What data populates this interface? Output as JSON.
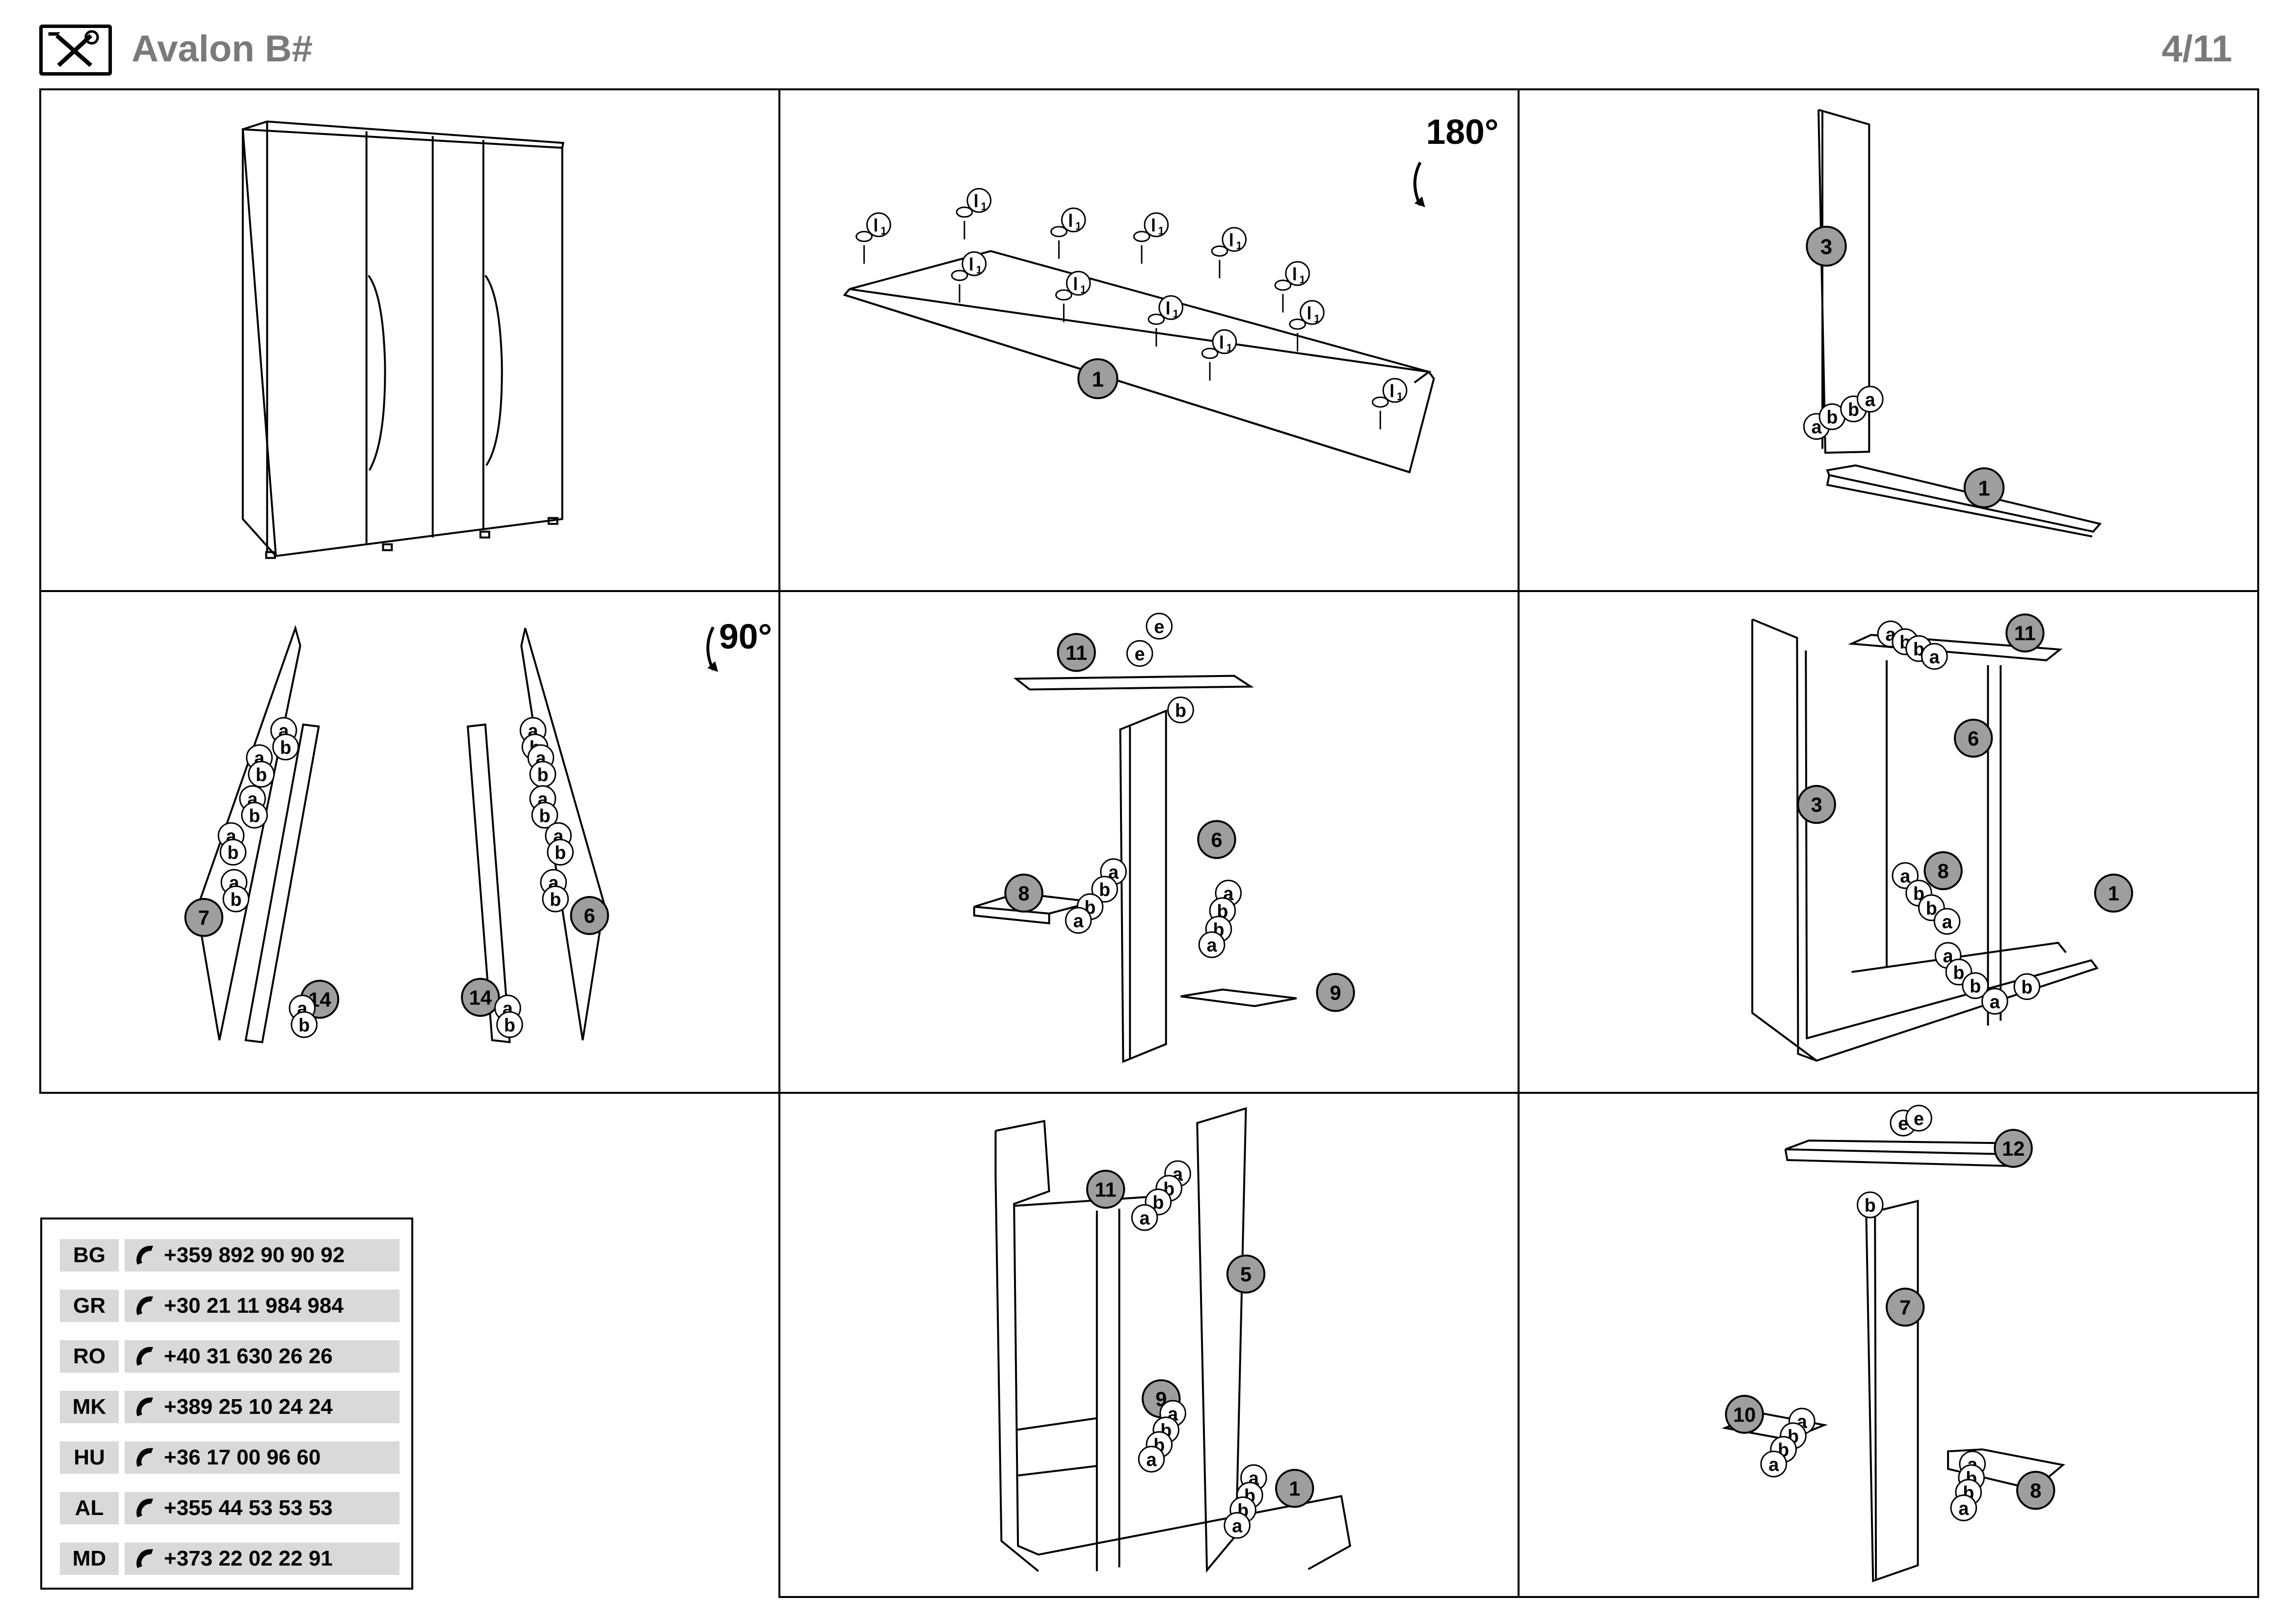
{
  "header": {
    "title": "Avalon B#",
    "page": "4/11",
    "logo_icon": "tools-icon"
  },
  "steps": {
    "s1": {},
    "s2": {
      "rotate": "180°",
      "part": "1",
      "fitting": "l",
      "fitting_sub": "1"
    },
    "s3": {
      "parts": [
        "3",
        "1"
      ],
      "fittings": [
        "a",
        "b",
        "b",
        "a"
      ]
    },
    "s4": {
      "rotate": "90°",
      "parts": [
        "7",
        "14",
        "14",
        "6"
      ],
      "fittings": [
        "a",
        "b"
      ]
    },
    "s5": {
      "parts": [
        "11",
        "6",
        "8",
        "9"
      ],
      "fittings": [
        "a",
        "b",
        "e"
      ]
    },
    "s6": {
      "parts": [
        "11",
        "6",
        "3",
        "8",
        "1"
      ],
      "fittings": [
        "a",
        "b"
      ]
    },
    "s7": {
      "parts": [
        "11",
        "5",
        "9",
        "1"
      ],
      "fittings": [
        "a",
        "b"
      ]
    },
    "s8": {
      "parts": [
        "12",
        "7",
        "10",
        "8"
      ],
      "fittings": [
        "a",
        "b",
        "e"
      ]
    }
  },
  "contacts": [
    {
      "code": "BG",
      "phone": "+359 892 90 90 92"
    },
    {
      "code": "GR",
      "phone": "+30 21 11 984 984"
    },
    {
      "code": "RO",
      "phone": "+40 31 630 26 26"
    },
    {
      "code": "MK",
      "phone": "+389 25 10 24 24"
    },
    {
      "code": "HU",
      "phone": "+36 17 00 96 60"
    },
    {
      "code": "AL",
      "phone": "+355 44 53 53 53"
    },
    {
      "code": "MD",
      "phone": "+373 22 02 22 91"
    }
  ],
  "colors": {
    "part_badge": "#9e9e9e",
    "header_text": "#7a7a7a",
    "contact_bg": "#d9d9d9"
  }
}
